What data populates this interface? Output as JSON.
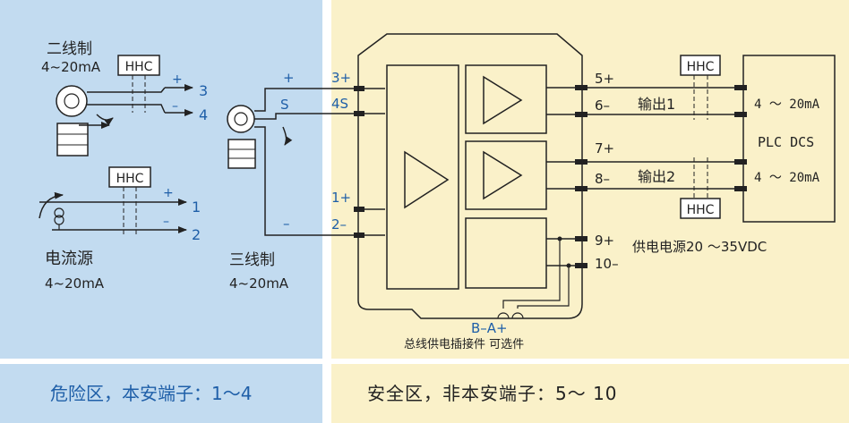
{
  "hazard_area": {
    "two_wire": {
      "title": "二线制",
      "range": "4~20mA",
      "hhc": "HHC",
      "plus": "+",
      "minus": "–",
      "t3": "3",
      "t4": "4"
    },
    "current_source": {
      "title": "电流源",
      "range": "4~20mA",
      "hhc": "HHC",
      "plus": "+",
      "minus": "–",
      "t1": "1",
      "t2": "2"
    },
    "three_wire": {
      "title": "三线制",
      "range": "4~20mA",
      "plus": "+",
      "s": "S",
      "minus": "–"
    },
    "footer": "危险区，本安端子：1～4"
  },
  "module": {
    "in_terms": {
      "t3": "3+",
      "t4": "4S",
      "t1": "1+",
      "t2": "2–"
    },
    "out_terms": {
      "t5": "5+",
      "t6": "6–",
      "t7": "7+",
      "t8": "8–",
      "t9": "9+",
      "t10": "10–"
    },
    "bus": {
      "label": "B–A+",
      "caption": "总线供电插接件 可选件"
    }
  },
  "safe_area": {
    "output1": "输出1",
    "output2": "输出2",
    "hhc_top": "HHC",
    "hhc_bottom": "HHC",
    "plc": "PLC  DCS",
    "range1": "4 ～ 20mA",
    "range2": "4 ～ 20mA",
    "power": "供电电源20 ～35VDC",
    "footer": "安全区，非本安端子：5～ 10"
  },
  "colors": {
    "hazard_bg": "#c2dbf0",
    "safe_bg": "#faf1c9",
    "blue_label": "#1f5fa8",
    "line": "#222222"
  }
}
